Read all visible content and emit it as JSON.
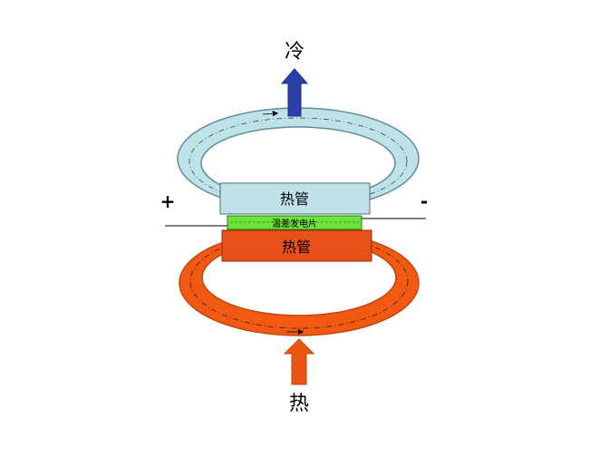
{
  "labels": {
    "cold": "冷",
    "heat": "热",
    "top_pipe": "热管",
    "bottom_pipe": "热管",
    "generator": "温差发电片",
    "positive": "+",
    "negative": "-"
  },
  "colors": {
    "cold_ring": "#BFE1E8",
    "cold_arrow": "#2A3FA8",
    "cold_pipe_fill": "#BFE1E8",
    "hot_ring": "#F25A14",
    "hot_arrow": "#F25A14",
    "hot_pipe_fill": "#E8501A",
    "generator_fill": "#6DE23A",
    "outline": "#4C6F78"
  }
}
